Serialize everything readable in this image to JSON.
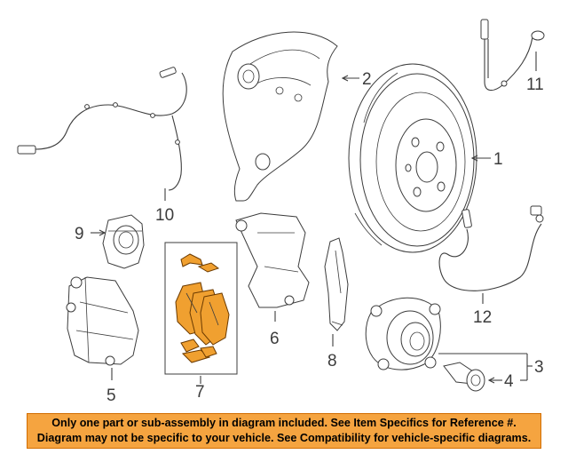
{
  "diagram": {
    "highlight_color": "#f0a030",
    "banner_color": "#f5a440",
    "callouts": [
      {
        "id": "1",
        "label": "1"
      },
      {
        "id": "2",
        "label": "2"
      },
      {
        "id": "3",
        "label": "3"
      },
      {
        "id": "4",
        "label": "4"
      },
      {
        "id": "5",
        "label": "5"
      },
      {
        "id": "6",
        "label": "6"
      },
      {
        "id": "7",
        "label": "7"
      },
      {
        "id": "8",
        "label": "8"
      },
      {
        "id": "9",
        "label": "9"
      },
      {
        "id": "10",
        "label": "10"
      },
      {
        "id": "11",
        "label": "11"
      },
      {
        "id": "12",
        "label": "12"
      }
    ]
  },
  "notice": {
    "line1": "Only one part or sub-assembly in diagram included. See Item Specifics for Reference #.",
    "line2": "Diagram may not be specific to your vehicle. See Compatibility for vehicle-specific diagrams."
  }
}
